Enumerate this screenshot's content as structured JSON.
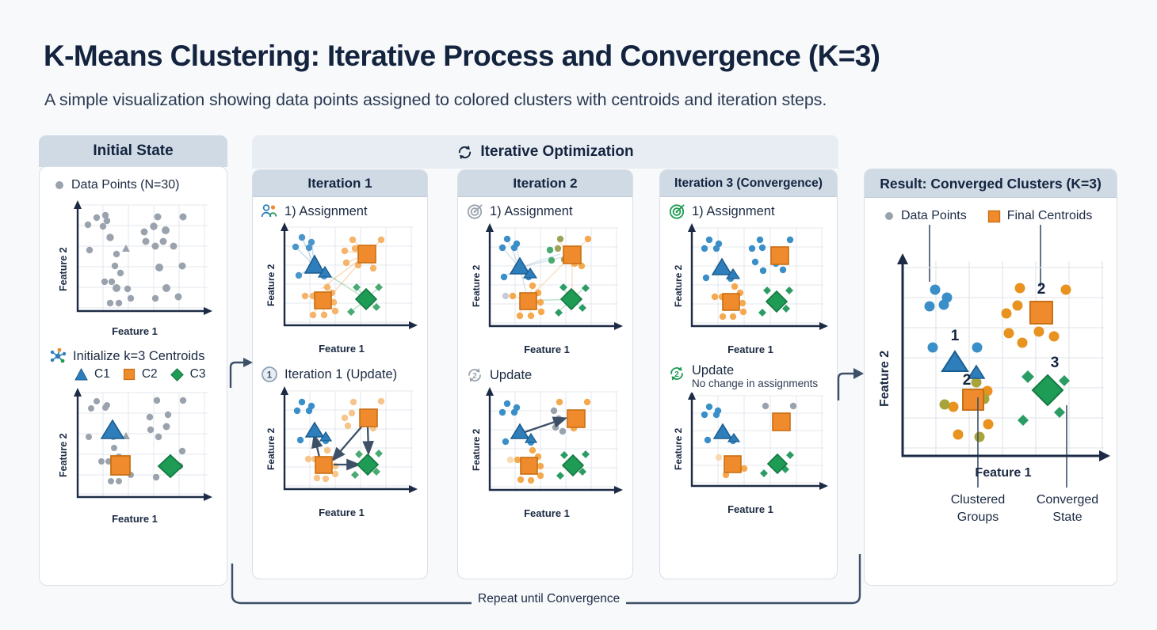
{
  "header": {
    "title": "K-Means Clustering: Iterative Process and Convergence (K=3)",
    "subtitle": "A simple visualization showing data points assigned to colored clusters with centroids and iteration steps."
  },
  "colors": {
    "cluster1_blue": "#2e7ebb",
    "cluster2_orange": "#ef8b2c",
    "cluster3_green": "#1e9b55",
    "neutral_gray": "#9aa3ad",
    "header_bg": "#cfdae5",
    "band_bg": "#e8edf3",
    "text_dark": "#14243f",
    "connector": "#3d5068",
    "grid": "#e3e7ec",
    "axis": "#1c2b45",
    "page_bg": "#f7f9fb"
  },
  "initial": {
    "header": "Initial State",
    "legend_points": {
      "label": "Data Points (N=30)",
      "icon": "gray-dot-icon"
    },
    "plot1": {
      "xlabel": "Feature 1",
      "ylabel": "Feature 2"
    },
    "init_title": {
      "label": "Initialize k=3 Centroids",
      "icon": "network-nodes-icon"
    },
    "centroid_legend": [
      {
        "label": "C1",
        "shape": "triangle",
        "color": "#2e7ebb"
      },
      {
        "label": "C2",
        "shape": "square",
        "color": "#ef8b2c"
      },
      {
        "label": "C3",
        "shape": "diamond",
        "color": "#1e9b55"
      }
    ],
    "plot2": {
      "xlabel": "Feature 1",
      "ylabel": "Feature 2"
    }
  },
  "optimization": {
    "band_label": "Iterative Optimization",
    "band_icon": "refresh-cycle-icon",
    "iterations": [
      {
        "header": "Iteration 1",
        "assign": {
          "label": "1) Assignment",
          "icon": "people-assign-icon"
        },
        "assign_plot": {
          "xlabel": "Feature 1",
          "ylabel": "Feature 2"
        },
        "update": {
          "label": "Iteration 1 (Update)",
          "icon": "circle-one-icon",
          "sub": ""
        },
        "update_plot": {
          "xlabel": "Feature 1",
          "ylabel": "Feature 2"
        }
      },
      {
        "header": "Iteration 2",
        "assign": {
          "label": "1) Assignment",
          "icon": "target-gray-icon"
        },
        "assign_plot": {
          "xlabel": "Feature 1",
          "ylabel": "Feature 2"
        },
        "update": {
          "label": "Update",
          "icon": "refresh-two-gray-icon",
          "sub": ""
        },
        "update_plot": {
          "xlabel": "Feature 1",
          "ylabel": "Feature 2"
        }
      },
      {
        "header": "Iteration 3 (Convergence)",
        "assign": {
          "label": "1) Assignment",
          "icon": "target-green-icon"
        },
        "assign_plot": {
          "xlabel": "Feature 1",
          "ylabel": "Feature 2"
        },
        "update": {
          "label": "Update",
          "icon": "refresh-two-green-icon",
          "sub": "No change in assignments"
        },
        "update_plot": {
          "xlabel": "Feature 1",
          "ylabel": "Feature 2"
        }
      }
    ],
    "loop_label": "Repeat until Convergence"
  },
  "result": {
    "header": "Result: Converged Clusters (K=3)",
    "legend": [
      {
        "label": "Data Points",
        "shape": "dot",
        "color": "#9aa3ad"
      },
      {
        "label": "Final Centroids",
        "shape": "square",
        "color": "#ef8b2c"
      }
    ],
    "plot": {
      "xlabel": "Feature 1",
      "ylabel": "Feature 2"
    },
    "cluster_numbers": [
      "1",
      "2",
      "3"
    ],
    "annotations": [
      {
        "line1": "Clustered",
        "line2": "Groups"
      },
      {
        "line1": "Converged",
        "line2": "State"
      }
    ]
  },
  "chart_data": {
    "type": "scatter",
    "title": "K-Means Clustering: Iterative Process and Convergence (K=3)",
    "xlabel": "Feature 1",
    "ylabel": "Feature 2",
    "k": 3,
    "n_points": 30,
    "grid": true,
    "panels": [
      {
        "name": "initial-unlabeled",
        "series": [
          {
            "name": "Data Points",
            "color": "#9aa3ad",
            "marker": "circle",
            "points": [
              [
                0.14,
                0.86
              ],
              [
                0.22,
                0.83
              ],
              [
                0.21,
                0.87
              ],
              [
                0.09,
                0.8
              ],
              [
                0.18,
                0.8
              ],
              [
                0.26,
                0.68
              ],
              [
                0.1,
                0.58
              ],
              [
                0.3,
                0.55
              ],
              [
                0.29,
                0.42
              ],
              [
                0.33,
                0.36
              ],
              [
                0.19,
                0.28
              ],
              [
                0.24,
                0.28
              ],
              [
                0.28,
                0.22
              ],
              [
                0.36,
                0.2
              ],
              [
                0.4,
                0.13
              ],
              [
                0.23,
                0.1
              ],
              [
                0.31,
                0.1
              ],
              [
                0.55,
                0.88
              ],
              [
                0.52,
                0.78
              ],
              [
                0.47,
                0.72
              ],
              [
                0.62,
                0.72
              ],
              [
                0.5,
                0.63
              ],
              [
                0.6,
                0.64
              ],
              [
                0.56,
                0.58
              ],
              [
                0.68,
                0.58
              ],
              [
                0.57,
                0.4
              ],
              [
                0.77,
                0.37
              ],
              [
                0.65,
                0.26
              ],
              [
                0.74,
                0.2
              ],
              [
                0.55,
                0.13
              ]
            ]
          },
          {
            "name": "gray centroid marker",
            "color": "#9aa3ad",
            "marker": "triangle",
            "points": [
              [
                0.29,
                0.61
              ]
            ]
          }
        ]
      },
      {
        "name": "initial-centroids",
        "series": [
          {
            "name": "Data Points",
            "color": "#9aa3ad",
            "marker": "circle",
            "points": [
              [
                0.14,
                0.86
              ],
              [
                0.22,
                0.83
              ],
              [
                0.21,
                0.87
              ],
              [
                0.09,
                0.8
              ],
              [
                0.18,
                0.8
              ],
              [
                0.26,
                0.68
              ],
              [
                0.1,
                0.58
              ],
              [
                0.3,
                0.55
              ],
              [
                0.29,
                0.42
              ],
              [
                0.33,
                0.36
              ],
              [
                0.19,
                0.28
              ],
              [
                0.24,
                0.28
              ],
              [
                0.28,
                0.22
              ],
              [
                0.36,
                0.2
              ],
              [
                0.4,
                0.13
              ],
              [
                0.23,
                0.1
              ],
              [
                0.31,
                0.1
              ],
              [
                0.55,
                0.88
              ],
              [
                0.52,
                0.78
              ],
              [
                0.47,
                0.72
              ],
              [
                0.62,
                0.72
              ],
              [
                0.5,
                0.63
              ],
              [
                0.6,
                0.64
              ],
              [
                0.56,
                0.58
              ],
              [
                0.68,
                0.58
              ],
              [
                0.57,
                0.4
              ],
              [
                0.77,
                0.37
              ],
              [
                0.65,
                0.26
              ],
              [
                0.74,
                0.2
              ],
              [
                0.55,
                0.13
              ]
            ]
          }
        ],
        "centroids": [
          {
            "id": "C1",
            "shape": "triangle",
            "color": "#2e7ebb",
            "xy": [
              0.27,
              0.64
            ]
          },
          {
            "id": "C2",
            "shape": "square",
            "color": "#ef8b2c",
            "xy": [
              0.32,
              0.27
            ]
          },
          {
            "id": "C3",
            "shape": "diamond",
            "color": "#1e9b55",
            "xy": [
              0.67,
              0.28
            ]
          }
        ]
      },
      {
        "name": "iter1-assignment",
        "note": "points colored by nearest centroid; spokes drawn to centroid",
        "series": [
          {
            "name": "Cluster 1",
            "color": "#2e7ebb",
            "marker": "circle",
            "points": [
              [
                0.15,
                0.86
              ],
              [
                0.22,
                0.82
              ],
              [
                0.2,
                0.79
              ],
              [
                0.09,
                0.79
              ],
              [
                0.09,
                0.58
              ],
              [
                0.27,
                0.56
              ]
            ]
          },
          {
            "name": "Cluster 2",
            "color": "#f5b46a",
            "marker": "circle",
            "points": [
              [
                0.58,
                0.87
              ],
              [
                0.88,
                0.87
              ],
              [
                0.52,
                0.76
              ],
              [
                0.62,
                0.77
              ],
              [
                0.5,
                0.68
              ],
              [
                0.64,
                0.62
              ],
              [
                0.72,
                0.6
              ],
              [
                0.84,
                0.62
              ],
              [
                0.3,
                0.41
              ],
              [
                0.35,
                0.35
              ],
              [
                0.17,
                0.26
              ],
              [
                0.24,
                0.26
              ],
              [
                0.38,
                0.25
              ],
              [
                0.45,
                0.19
              ],
              [
                0.27,
                0.1
              ],
              [
                0.36,
                0.1
              ]
            ]
          },
          {
            "name": "Cluster 3",
            "color": "#4aab72",
            "marker": "diamond",
            "points": [
              [
                0.6,
                0.41
              ],
              [
                0.84,
                0.38
              ],
              [
                0.8,
                0.21
              ],
              [
                0.55,
                0.15
              ]
            ]
          }
        ],
        "centroids": [
          {
            "id": "C1",
            "shape": "triangle",
            "color": "#2e7ebb",
            "xy": [
              0.27,
              0.65
            ]
          },
          {
            "id": "C2",
            "shape": "square",
            "color": "#ef8b2c",
            "xy": [
              0.71,
              0.73
            ]
          },
          {
            "id": "C2b",
            "shape": "square",
            "color": "#ef8b2c",
            "xy": [
              0.29,
              0.27
            ]
          },
          {
            "id": "C3",
            "shape": "diamond",
            "color": "#1e9b55",
            "xy": [
              0.71,
              0.3
            ]
          }
        ]
      },
      {
        "name": "iter1-update",
        "note": "arrows show centroid movement",
        "arrows": [
          {
            "from": [
              0.3,
              0.26
            ],
            "to": [
              0.26,
              0.6
            ]
          },
          {
            "from": [
              0.7,
              0.72
            ],
            "to": [
              0.32,
              0.27
            ]
          },
          {
            "from": [
              0.7,
              0.72
            ],
            "to": [
              0.71,
              0.33
            ]
          },
          {
            "from": [
              0.36,
              0.25
            ],
            "to": [
              0.64,
              0.25
            ]
          }
        ]
      },
      {
        "name": "iter2-assignment",
        "centroids": [
          {
            "id": "C1",
            "shape": "triangle",
            "color": "#2e7ebb",
            "xy": [
              0.24,
              0.62
            ]
          },
          {
            "id": "C2",
            "shape": "square",
            "color": "#ef8b2c",
            "xy": [
              0.7,
              0.71
            ]
          },
          {
            "id": "C2b",
            "shape": "square",
            "color": "#ef8b2c",
            "xy": [
              0.3,
              0.29
            ]
          },
          {
            "id": "C3",
            "shape": "diamond",
            "color": "#1e9b55",
            "xy": [
              0.7,
              0.3
            ]
          }
        ]
      },
      {
        "name": "iter2-update",
        "arrows": [
          {
            "from": [
              0.26,
              0.61
            ],
            "to": [
              0.68,
              0.7
            ]
          }
        ]
      },
      {
        "name": "iter3-assignment",
        "note": "converged assignment; no spokes",
        "centroids": [
          {
            "id": "C1",
            "shape": "triangle",
            "color": "#2e7ebb",
            "xy": [
              0.25,
              0.63
            ]
          },
          {
            "id": "C2",
            "shape": "square",
            "color": "#ef8b2c",
            "xy": [
              0.72,
              0.72
            ]
          },
          {
            "id": "C2b",
            "shape": "square",
            "color": "#ef8b2c",
            "xy": [
              0.29,
              0.27
            ]
          },
          {
            "id": "C3",
            "shape": "diamond",
            "color": "#1e9b55",
            "xy": [
              0.7,
              0.28
            ]
          }
        ]
      },
      {
        "name": "iter3-update",
        "note": "no change in assignments"
      },
      {
        "name": "result-converged",
        "series": [
          {
            "name": "Cluster 1",
            "color": "#2e7ebb",
            "marker": "circle",
            "points": [
              [
                0.14,
                0.86
              ],
              [
                0.21,
                0.82
              ],
              [
                0.09,
                0.78
              ],
              [
                0.18,
                0.78
              ],
              [
                0.1,
                0.58
              ],
              [
                0.26,
                0.57
              ]
            ]
          },
          {
            "name": "Cluster 2",
            "color": "#e08c1f",
            "marker": "circle",
            "points": [
              [
                0.56,
                0.88
              ],
              [
                0.86,
                0.86
              ],
              [
                0.53,
                0.79
              ],
              [
                0.48,
                0.75
              ],
              [
                0.5,
                0.67
              ],
              [
                0.62,
                0.67
              ],
              [
                0.71,
                0.65
              ],
              [
                0.55,
                0.62
              ],
              [
                0.4,
                0.42
              ],
              [
                0.45,
                0.37
              ],
              [
                0.3,
                0.32
              ],
              [
                0.36,
                0.32
              ],
              [
                0.5,
                0.28
              ],
              [
                0.52,
                0.2
              ],
              [
                0.36,
                0.17
              ],
              [
                0.44,
                0.16
              ]
            ]
          },
          {
            "name": "Cluster 3",
            "color": "#1e9b55",
            "marker": "diamond",
            "points": [
              [
                0.66,
                0.45
              ],
              [
                0.82,
                0.42
              ],
              [
                0.8,
                0.25
              ],
              [
                0.62,
                0.22
              ]
            ]
          }
        ],
        "centroids": [
          {
            "id": "1",
            "shape": "triangle",
            "color": "#2e7ebb",
            "xy": [
              0.22,
              0.66
            ],
            "label": "1"
          },
          {
            "id": "1b",
            "shape": "triangle",
            "color": "#2e7ebb",
            "xy": [
              0.31,
              0.61
            ],
            "label": ""
          },
          {
            "id": "2",
            "shape": "square",
            "color": "#ef8b2c",
            "xy": [
              0.72,
              0.74
            ],
            "label": "2"
          },
          {
            "id": "2b",
            "shape": "square",
            "color": "#ef8b2c",
            "xy": [
              0.41,
              0.33
            ],
            "label": "2"
          },
          {
            "id": "3",
            "shape": "diamond",
            "color": "#1e9b55",
            "xy": [
              0.73,
              0.32
            ],
            "label": "3"
          }
        ]
      }
    ]
  }
}
